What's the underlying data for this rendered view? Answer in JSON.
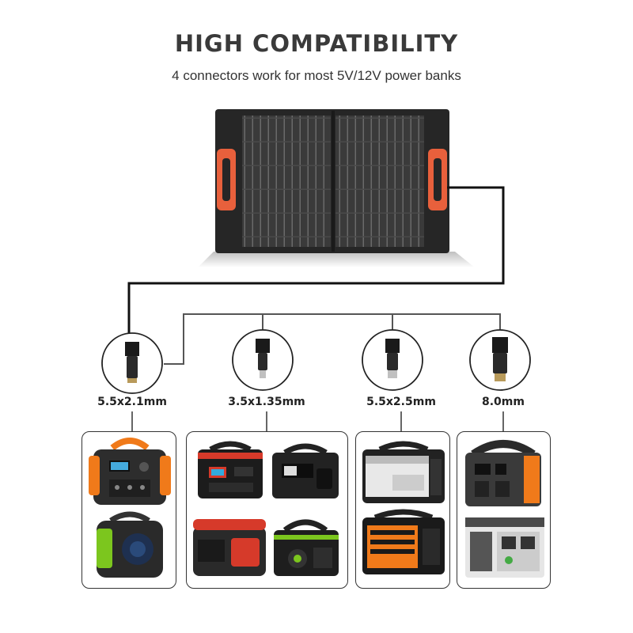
{
  "header": {
    "title": "HIGH COMPATIBILITY",
    "subtitle": "4 connectors work for most 5V/12V power banks"
  },
  "connectors": [
    {
      "label": "5.5x2.1mm"
    },
    {
      "label": "3.5x1.35mm"
    },
    {
      "label": "5.5x2.5mm"
    },
    {
      "label": "8.0mm"
    }
  ],
  "colors": {
    "panel": "#2b2b2b",
    "cell": "#3d3d3d",
    "handle": "#e8603c",
    "cable": "#111111",
    "line": "#555555",
    "accent_green": "#7cc61e",
    "accent_red": "#d63a2a",
    "accent_orange": "#f07a1a"
  },
  "icons": [
    "solar-panel",
    "dc-plug",
    "power-station"
  ]
}
